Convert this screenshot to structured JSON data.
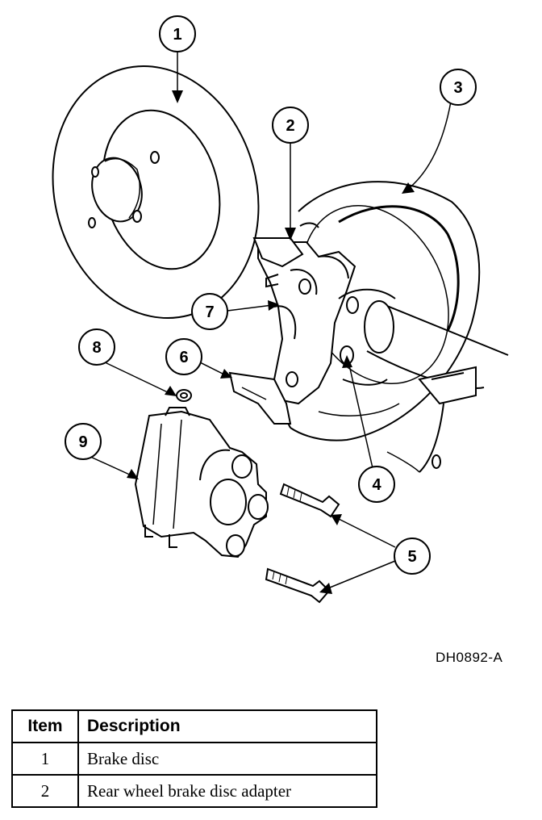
{
  "callouts": [
    "1",
    "2",
    "3",
    "4",
    "5",
    "6",
    "7",
    "8",
    "9"
  ],
  "figure_id": "DH0892-A",
  "table": {
    "headers": {
      "item": "Item",
      "description": "Description"
    },
    "rows": [
      {
        "item": "1",
        "description": "Brake disc"
      },
      {
        "item": "2",
        "description": "Rear wheel brake disc adapter"
      }
    ]
  }
}
